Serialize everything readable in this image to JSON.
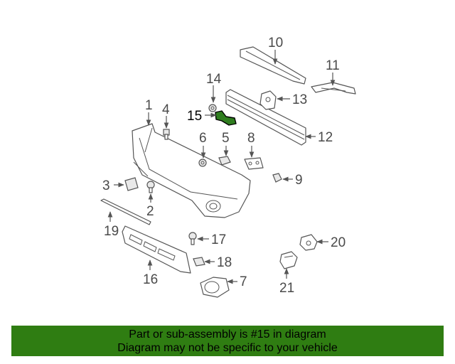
{
  "diagram": {
    "highlight_color": "#2f7d12",
    "callouts": [
      {
        "id": "1",
        "label": "1"
      },
      {
        "id": "2",
        "label": "2"
      },
      {
        "id": "3",
        "label": "3"
      },
      {
        "id": "4",
        "label": "4"
      },
      {
        "id": "5",
        "label": "5"
      },
      {
        "id": "6",
        "label": "6"
      },
      {
        "id": "7",
        "label": "7"
      },
      {
        "id": "8",
        "label": "8"
      },
      {
        "id": "9",
        "label": "9"
      },
      {
        "id": "10",
        "label": "10"
      },
      {
        "id": "11",
        "label": "11"
      },
      {
        "id": "12",
        "label": "12"
      },
      {
        "id": "13",
        "label": "13"
      },
      {
        "id": "14",
        "label": "14"
      },
      {
        "id": "15",
        "label": "15"
      },
      {
        "id": "16",
        "label": "16"
      },
      {
        "id": "17",
        "label": "17"
      },
      {
        "id": "18",
        "label": "18"
      },
      {
        "id": "19",
        "label": "19"
      },
      {
        "id": "20",
        "label": "20"
      },
      {
        "id": "21",
        "label": "21"
      }
    ],
    "highlighted_part": "15"
  },
  "banner": {
    "line1": "Part or sub-assembly is #15 in diagram",
    "line2": "Diagram may not be specific to your vehicle",
    "background": "#2f7d12"
  }
}
